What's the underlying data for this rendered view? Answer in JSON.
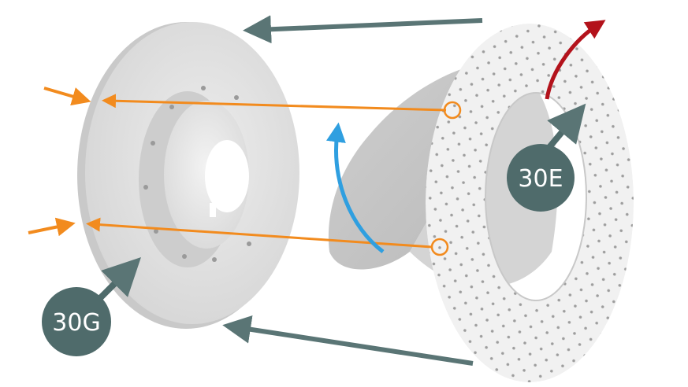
{
  "labels": {
    "part_30e": "30E",
    "part_30g": "30G"
  },
  "colors": {
    "badge": "#4f6b6b",
    "gray_arrow": "#5a7575",
    "orange": "#f28b1e",
    "blue": "#2f9fe0",
    "red": "#b3121b",
    "disc_face": "#e4e4e4",
    "disc_shadow": "#c4c4c4",
    "ring_face": "#f1f1f1"
  },
  "icons": {
    "gray": "assembly-direction-arrow",
    "orange": "alignment-arrow",
    "blue": "rotate-arrow",
    "red": "rotate-arrow"
  }
}
